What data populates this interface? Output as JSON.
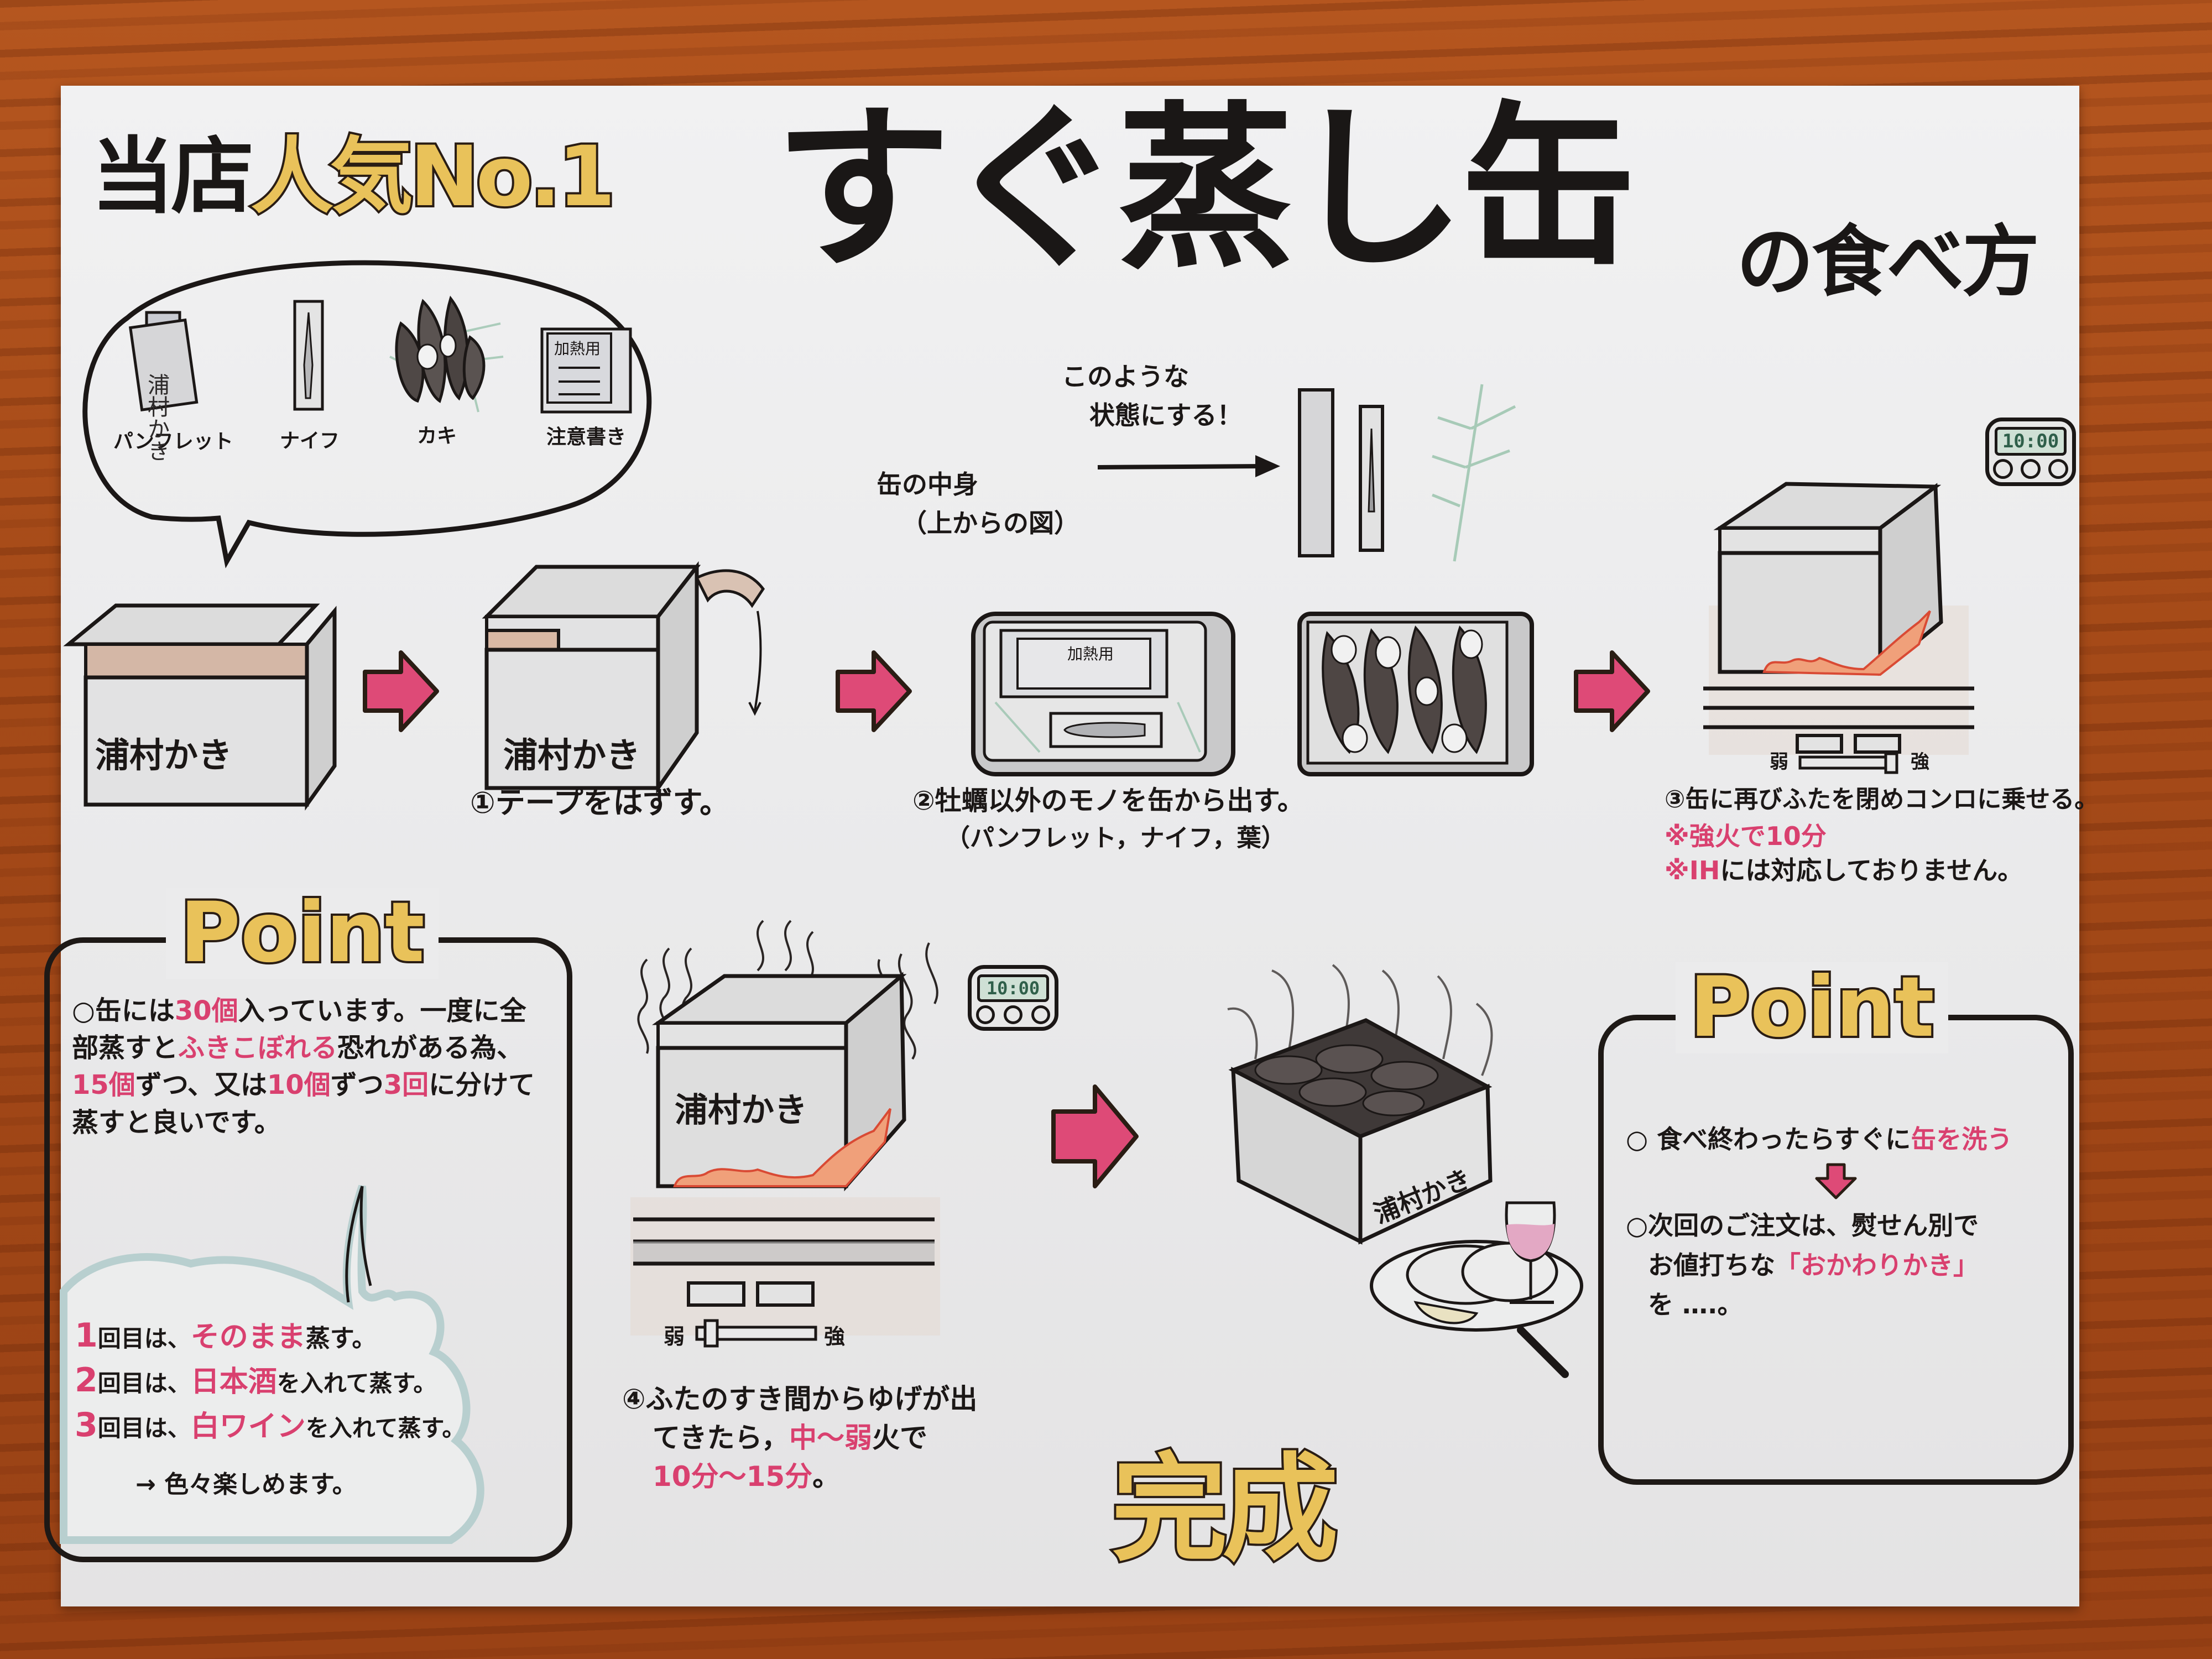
{
  "header": {
    "tagline_black": "当店",
    "tagline_yellow": "人気No.1",
    "title": "すぐ蒸し缶",
    "title_suffix": "の食べ方"
  },
  "contents_bubble": {
    "items": [
      {
        "label": "パンフレット",
        "icon": "pamphlet-icon",
        "printed_text": "浦村かき"
      },
      {
        "label": "ナイフ",
        "icon": "knife-icon"
      },
      {
        "label": "カキ",
        "icon": "oyster-icon"
      },
      {
        "label": "注意書き",
        "icon": "notice-icon",
        "printed_text": "加熱用"
      }
    ]
  },
  "can_label": "浦村かき",
  "steps": {
    "step1": {
      "text": "①テープをはずす。"
    },
    "step2": {
      "caption_top": "缶の中身",
      "caption_sub": "（上からの図）",
      "arrow_note_line1": "このような",
      "arrow_note_line2": "状態にする！",
      "text": "②牡蠣以外のモノを缶から出す。",
      "subtext": "（パンフレット，ナイフ，葉）",
      "notice_text": "加熱用"
    },
    "step3": {
      "text": "③缶に再びふたを閉めコンロに乗せる。",
      "note1": "※強火で10分",
      "note2_pink": "※IH",
      "note2_rest": "には対応しておりません。",
      "timer": "10:00",
      "dial_low": "弱",
      "dial_high": "強"
    },
    "step4": {
      "line1": "④ふたのすき間からゆげが出",
      "line2_a": "てきたら，",
      "line2_pink": "中～弱",
      "line2_b": "火で",
      "line3_pink": "10分～15分",
      "line3_end": "。",
      "timer": "10:00",
      "dial_low": "弱",
      "dial_high": "強"
    },
    "done": {
      "label": "完成"
    }
  },
  "point_left": {
    "heading": "Point",
    "para": [
      {
        "t": "○缶には",
        "pink": false
      },
      {
        "t": "30個",
        "pink": true
      },
      {
        "t": "入っています。一度に全部蒸すと",
        "pink": false
      },
      {
        "t": "ふきこぼれる",
        "pink": true
      },
      {
        "t": "恐れがある為、",
        "pink": false
      },
      {
        "t": "15個",
        "pink": true
      },
      {
        "t": "ずつ、又は",
        "pink": false
      },
      {
        "t": "10個",
        "pink": true
      },
      {
        "t": "ずつ",
        "pink": false
      },
      {
        "t": "3回",
        "pink": true
      },
      {
        "t": "に分けて蒸すと良いです。",
        "pink": false
      }
    ],
    "rounds": [
      {
        "num": "1",
        "pre": "回目は、",
        "pink": "そのまま",
        "post": "蒸す。"
      },
      {
        "num": "2",
        "pre": "回目は、",
        "pink": "日本酒",
        "post": "を入れて蒸す。"
      },
      {
        "num": "3",
        "pre": "回目は、",
        "pink": "白ワイン",
        "post": "を入れて蒸す。"
      }
    ],
    "footer": "→ 色々楽しめます。"
  },
  "point_right": {
    "heading": "Point",
    "line1_a": "○ 食べ終わったらすぐに",
    "line1_pink": "缶を洗う",
    "line2": "○次回のご注文は、熨せん別で",
    "line3_a": "お値打ちな",
    "line3_pink": "「おかわりかき」",
    "line4": "を ….。"
  },
  "colors": {
    "accent_pink": "#d9406f",
    "title_yellow": "#e9c25a",
    "ink": "#1b1716",
    "paper": "#ececed",
    "wood": "#a54a18"
  }
}
